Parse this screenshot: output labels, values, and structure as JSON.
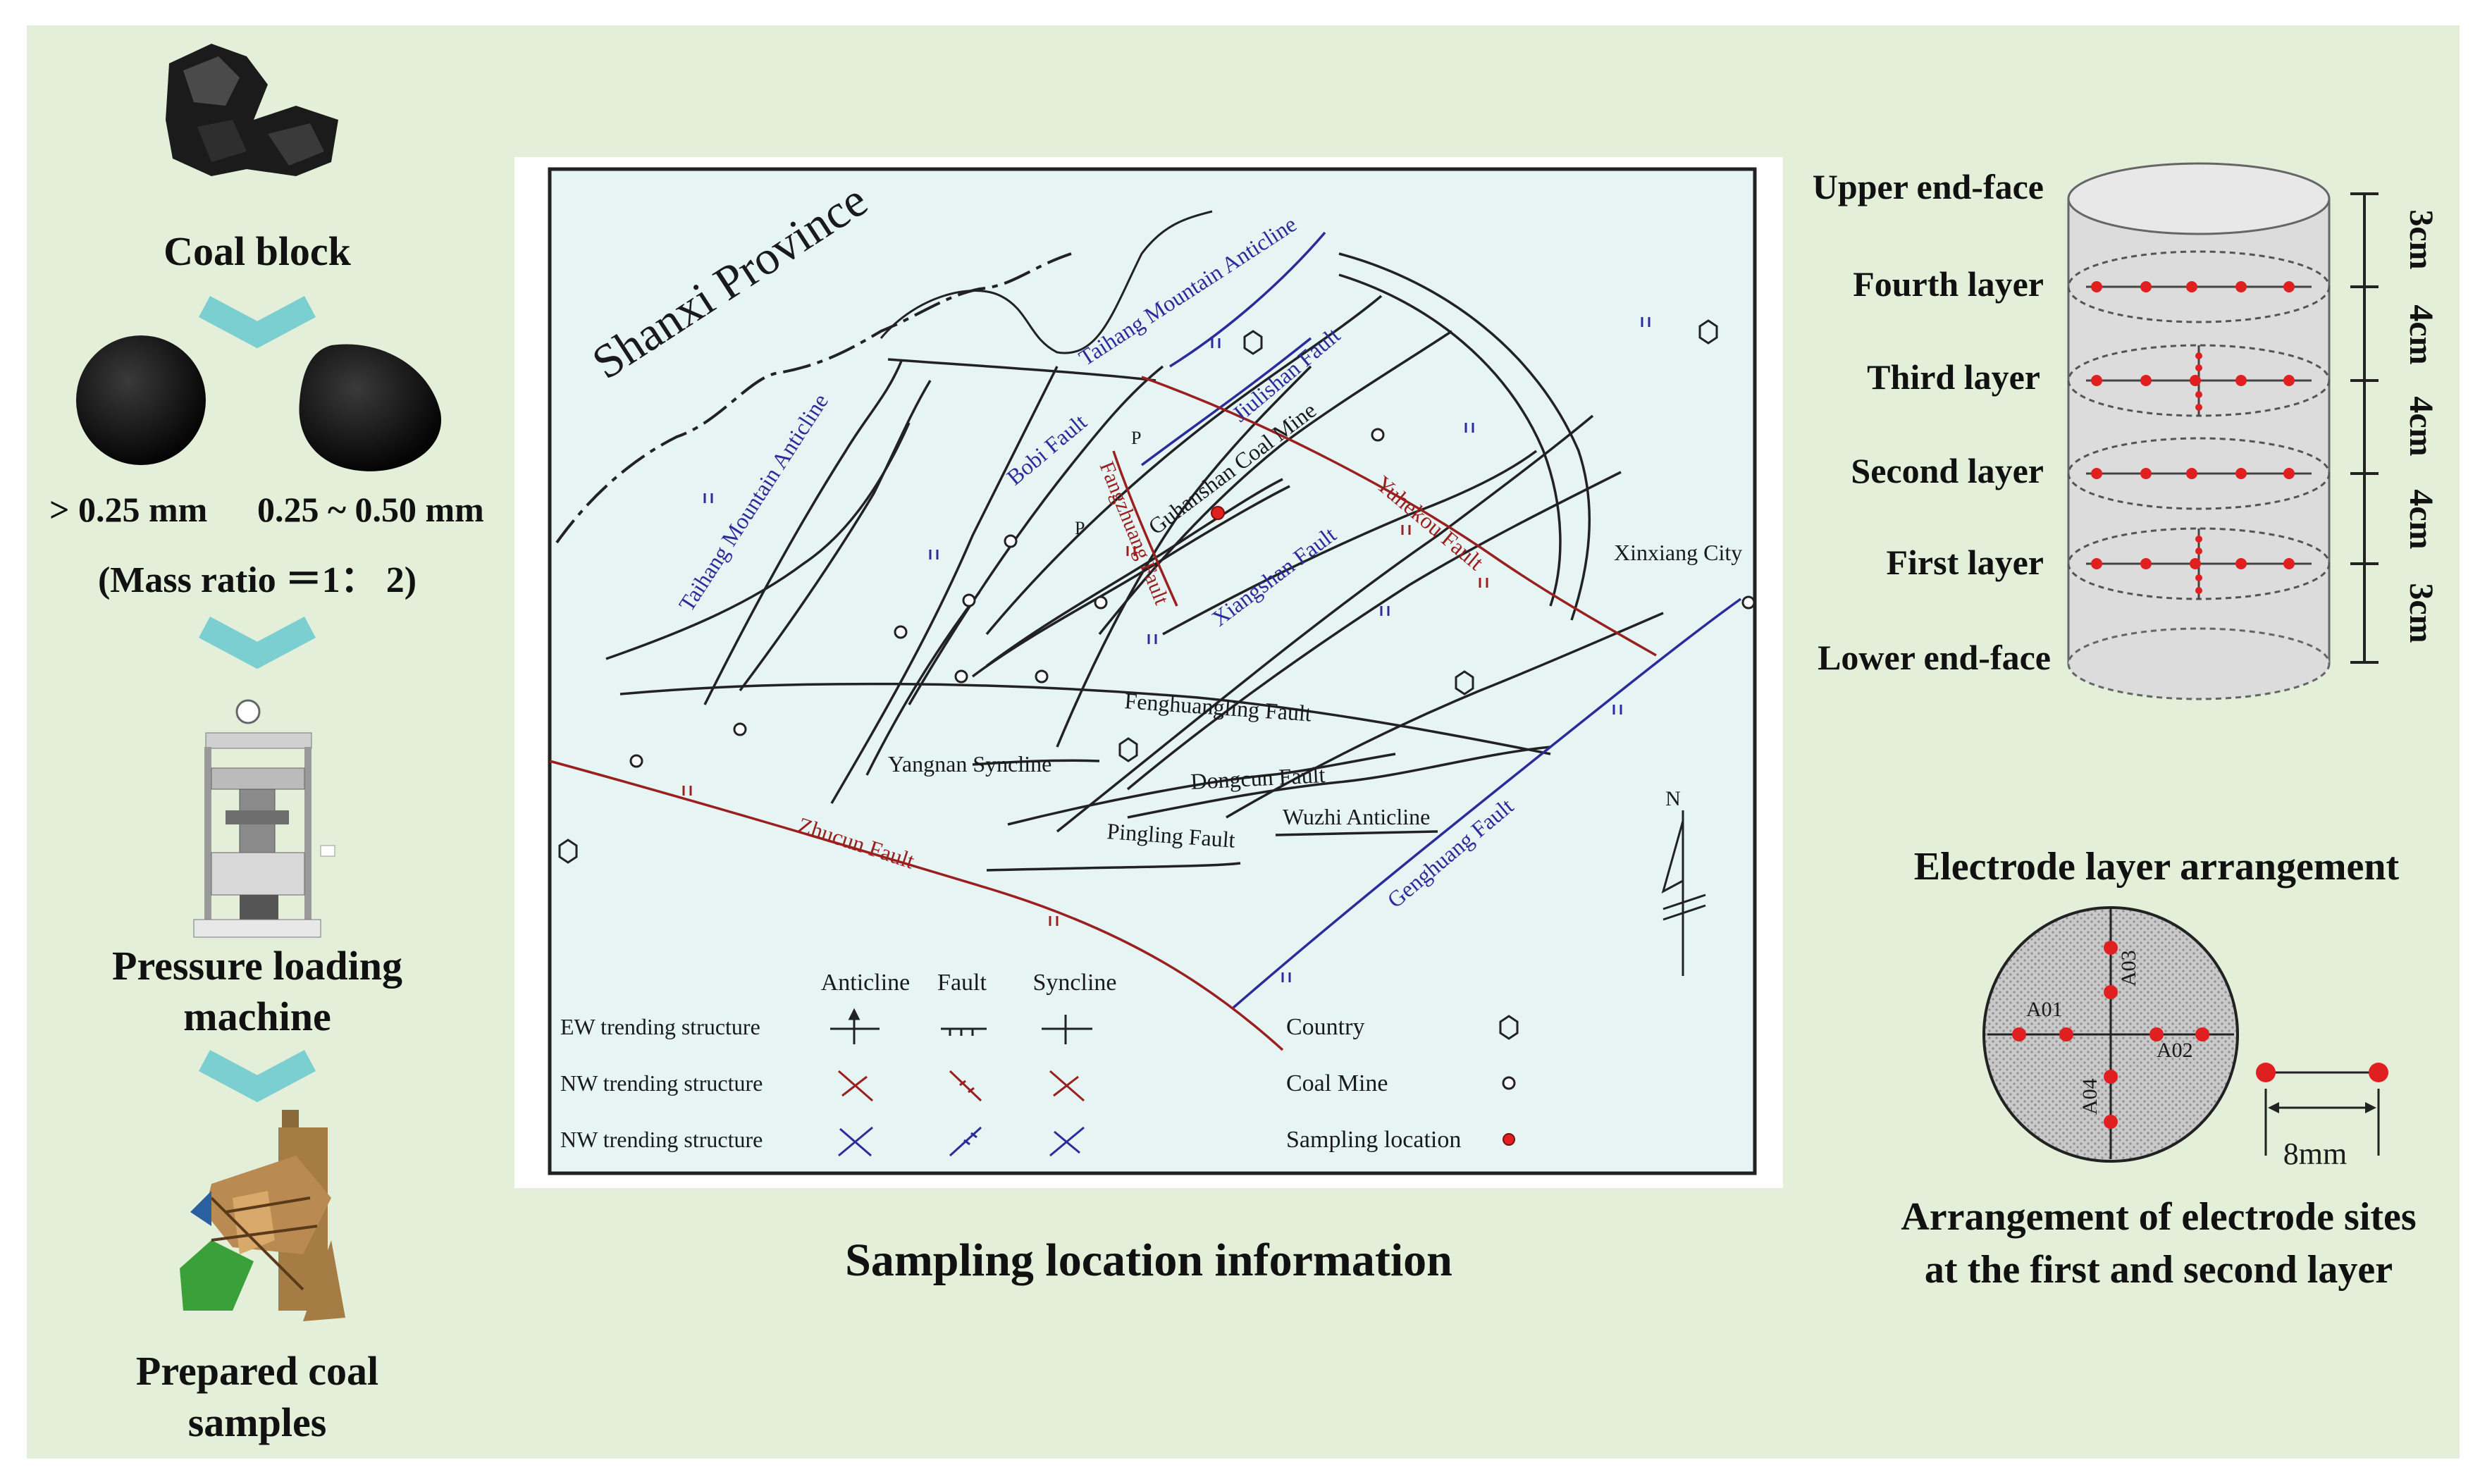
{
  "left_flow": {
    "coal_block": "Coal block",
    "size_a": "> 0.25 mm",
    "size_b": "0.25 ~ 0.50 mm",
    "mass_ratio": "(Mass ratio ＝1： 2)",
    "machine_1": "Pressure loading",
    "machine_2": "machine",
    "prepared_1": "Prepared coal",
    "prepared_2": "samples"
  },
  "map": {
    "caption": "Sampling location information",
    "province": "Shanxi Province",
    "labels": {
      "taihang_anticline_top": "Taihang Mountain Anticline",
      "taihang_anticline_left": "Taihang Mountain Anticline",
      "bobi_fault": "Bobi Fault",
      "jiulishan_fault": "Jiulishan Fault",
      "guhanshan": "Guhanshan Coal Mine",
      "fangzhuang": "Fangzhuang Fault",
      "yuhekou": "Yuhekou Fault",
      "xiangshan": "Xiangshan Fault",
      "xinxiang": "Xinxiang City",
      "fenghuangling": "Fenghuangling  Fault",
      "yangnan": "Yangnan Syncline",
      "dongcun": "Dongcun Fault",
      "pingling": "Pingling Fault",
      "wuzhi": "Wuzhi Anticline",
      "zhucun": "Zhucun Fault",
      "genghuang": "Genghuang Fault",
      "p1": "P",
      "p2": "P",
      "north": "N"
    },
    "legend": {
      "col_anticline": "Anticline",
      "col_fault": "Fault",
      "col_syncline": "Syncline",
      "row_ew": "EW trending structure",
      "row_nw1": "NW trending structure",
      "row_nw2": "NW trending structure",
      "country": "Country",
      "coal_mine": "Coal Mine",
      "sampling": "Sampling location"
    }
  },
  "cylinder": {
    "upper": "Upper end-face",
    "fourth": "Fourth layer",
    "third": "Third layer",
    "second": "Second layer",
    "first": "First layer",
    "lower": "Lower end-face",
    "d1": "3cm",
    "d2": "4cm",
    "d3": "4cm",
    "d4": "4cm",
    "d5": "3cm"
  },
  "electrode": {
    "title": "Electrode layer arrangement",
    "a01": "A01",
    "a02": "A02",
    "a03": "A03",
    "a04": "A04",
    "spacing": "8mm",
    "caption_1": "Arrangement  of electrode sites",
    "caption_2": "at the first  and second layer"
  },
  "colors": {
    "panel_bg": "#e3efd9",
    "map_bg": "#e6f4f4",
    "chevron": "#7ccfd0",
    "red_dot": "#e02020",
    "blue_fault": "#2b2b9a",
    "red_fault": "#9a1f1f"
  }
}
